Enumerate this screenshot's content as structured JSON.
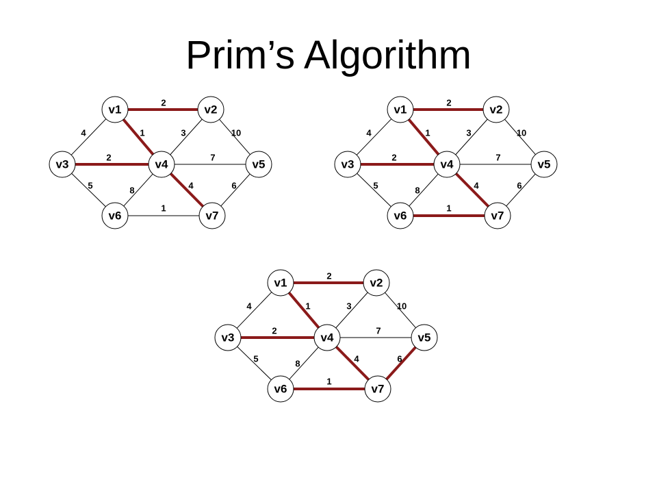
{
  "title": "Prim’s Algorithm",
  "colors": {
    "selected_edge": "#8b1a1a",
    "edge": "#000000",
    "node_fill": "#ffffff"
  },
  "nodes": [
    "v1",
    "v2",
    "v3",
    "v4",
    "v5",
    "v6",
    "v7"
  ],
  "edges": [
    {
      "id": "v1-v2",
      "from": "v1",
      "to": "v2",
      "weight": "2"
    },
    {
      "id": "v1-v3",
      "from": "v1",
      "to": "v3",
      "weight": "4"
    },
    {
      "id": "v1-v4",
      "from": "v1",
      "to": "v4",
      "weight": "1"
    },
    {
      "id": "v2-v4",
      "from": "v2",
      "to": "v4",
      "weight": "3"
    },
    {
      "id": "v2-v5",
      "from": "v2",
      "to": "v5",
      "weight": "10"
    },
    {
      "id": "v3-v4",
      "from": "v3",
      "to": "v4",
      "weight": "2"
    },
    {
      "id": "v4-v5",
      "from": "v4",
      "to": "v5",
      "weight": "7"
    },
    {
      "id": "v3-v6",
      "from": "v3",
      "to": "v6",
      "weight": "5"
    },
    {
      "id": "v4-v6",
      "from": "v4",
      "to": "v6",
      "weight": "8"
    },
    {
      "id": "v4-v7",
      "from": "v4",
      "to": "v7",
      "weight": "4"
    },
    {
      "id": "v5-v7",
      "from": "v5",
      "to": "v7",
      "weight": "6"
    },
    {
      "id": "v6-v7",
      "from": "v6",
      "to": "v7",
      "weight": "1"
    }
  ],
  "steps": [
    {
      "selected": [
        "v1-v4",
        "v3-v4",
        "v1-v2",
        "v4-v7"
      ]
    },
    {
      "selected": [
        "v1-v4",
        "v3-v4",
        "v1-v2",
        "v4-v7",
        "v6-v7"
      ]
    },
    {
      "selected": [
        "v1-v4",
        "v3-v4",
        "v1-v2",
        "v4-v7",
        "v6-v7",
        "v5-v7"
      ]
    }
  ]
}
